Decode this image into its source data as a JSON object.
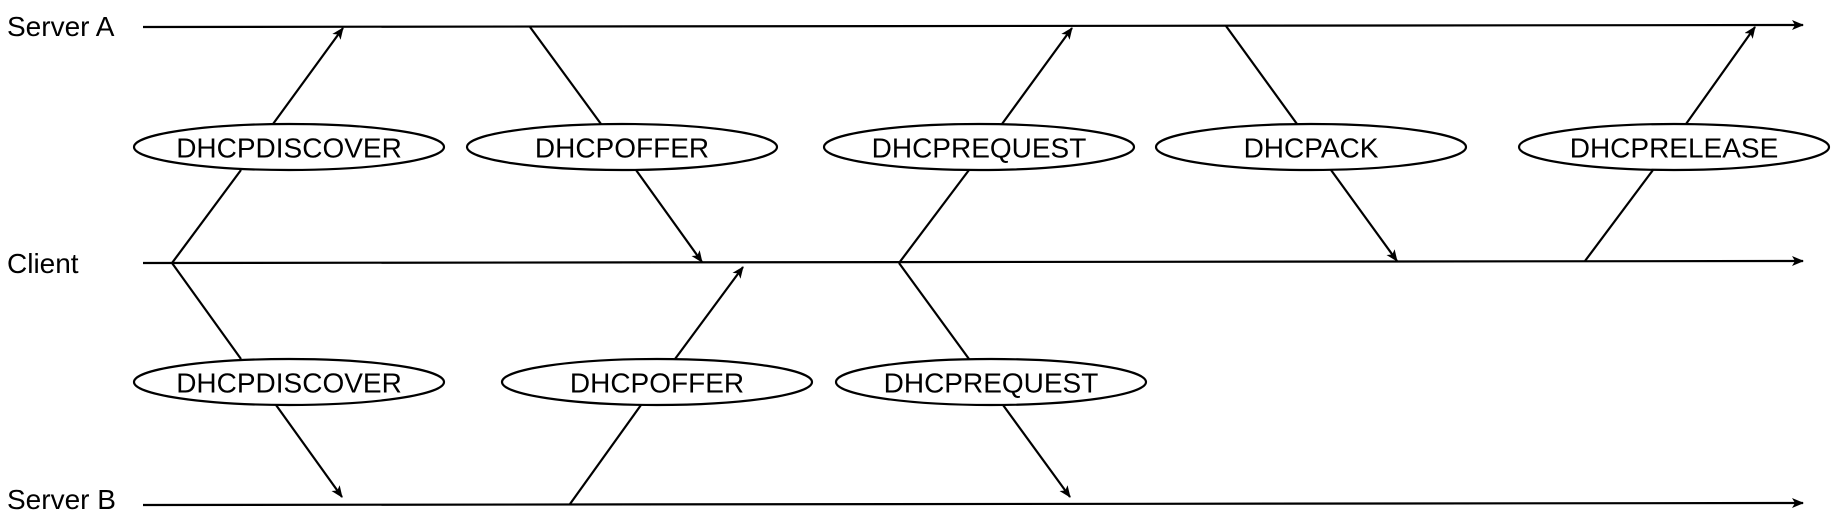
{
  "lanes": {
    "server_a": "Server A",
    "client": "Client",
    "server_b": "Server B"
  },
  "messages_upper": [
    {
      "label": "DHCPDISCOVER",
      "from": "Client",
      "to": "Server A"
    },
    {
      "label": "DHCPOFFER",
      "from": "Server A",
      "to": "Client"
    },
    {
      "label": "DHCPREQUEST",
      "from": "Client",
      "to": "Server A"
    },
    {
      "label": "DHCPACK",
      "from": "Server A",
      "to": "Client"
    },
    {
      "label": "DHCPRELEASE",
      "from": "Client",
      "to": "Server A"
    }
  ],
  "messages_lower": [
    {
      "label": "DHCPDISCOVER",
      "from": "Client",
      "to": "Server B"
    },
    {
      "label": "DHCPOFFER",
      "from": "Server B",
      "to": "Client"
    },
    {
      "label": "DHCPREQUEST",
      "from": "Client",
      "to": "Server B"
    }
  ],
  "colors": {
    "stroke": "#000000",
    "background": "#ffffff"
  }
}
